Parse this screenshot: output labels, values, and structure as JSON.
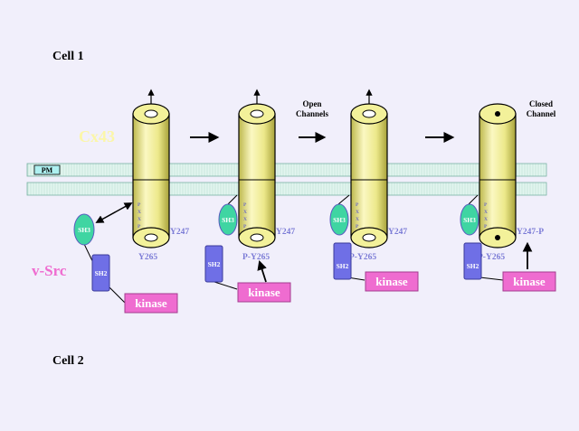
{
  "cell_top_label": "Cell 1",
  "cell_bottom_label": "Cell 2",
  "connexin_label": "Cx43",
  "vsrc_label": "v-Src",
  "membrane_label": "PM",
  "open_channels_label": [
    "Open",
    "Channels"
  ],
  "closed_channel_label": [
    "Closed",
    "Channel"
  ],
  "motif": [
    "P",
    "X",
    "X",
    "P"
  ],
  "domains": {
    "sh3": "SH3",
    "sh2": "SH2",
    "kinase": "kinase"
  },
  "panels": [
    {
      "tyr247": "Y247",
      "tyr265": "Y265",
      "state": "open"
    },
    {
      "tyr247": "Y247",
      "tyr265": "P-Y265",
      "state": "open"
    },
    {
      "tyr247": "Y247",
      "tyr265": "P-Y265",
      "state": "open"
    },
    {
      "tyr247": "Y247-P",
      "tyr265": "P-Y265",
      "state": "closed"
    }
  ],
  "colors": {
    "background": "#f1effb",
    "channel": "#f3f19a",
    "membrane": "#dff3ee",
    "sh3": "#3fd5a2",
    "sh2": "#6f6fe6",
    "kinase": "#ef6cd0"
  }
}
